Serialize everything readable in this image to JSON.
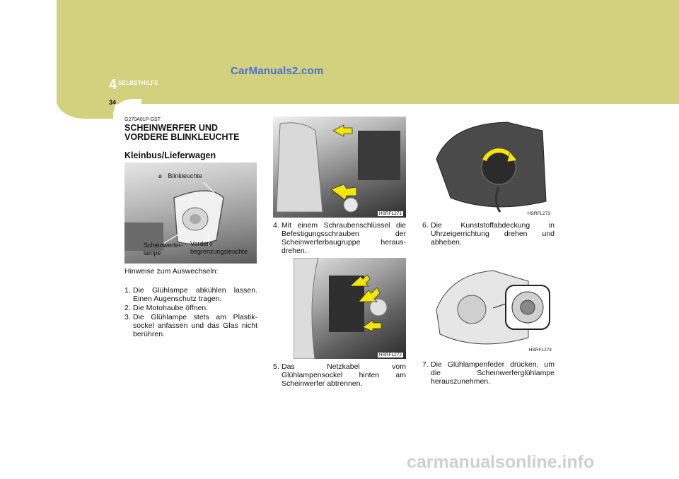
{
  "header": {
    "chapter_number": "4",
    "chapter_title": "SELBSTHILFE",
    "page_number": "34",
    "watermark_top": "CarManuals2.com",
    "watermark_bottom": "carmanualsonline.info"
  },
  "section": {
    "code": "G270A01P-GST",
    "title_line1": "SCHEINWERFER UND",
    "title_line2": "VORDERE BLINKLEUCHTE",
    "subtitle": "Kleinbus/Lieferwagen"
  },
  "figure_main": {
    "callout_blinker": "Blinkleuchte",
    "callout_headlamp_1": "Scheinwerfer-",
    "callout_headlamp_2": "lampe",
    "callout_position_1": "Vordere",
    "callout_position_2": "begrenzungsleuchte"
  },
  "instructions": {
    "intro": "Hinweise zum Auswechseln:",
    "steps": [
      {
        "num": "1.",
        "text": "Die Glühlampe abkühlen lassen. Einen Augenschutz tragen."
      },
      {
        "num": "2.",
        "text": "Die Motohaube öffnen."
      },
      {
        "num": "3.",
        "text": "Die Glühlampe stets am Plastik-sockel anfassen und das Glas nicht berühren."
      },
      {
        "num": "4.",
        "text": "Mit einem Schraubenschlüssel die Befestigungsschrauben der Scheinwerferbaugruppe heraus-drehen."
      },
      {
        "num": "5.",
        "text": "Das Netzkabel vom Glühlampensockel hinten am Scheinwerfer abtrennen."
      },
      {
        "num": "6.",
        "text": "Die Kunststoffabdeckung in Uhrzeigerrichtung drehen und abheben."
      },
      {
        "num": "7.",
        "text": "Die Glühlampenfeder drücken, um die Scheinwerferglühlampe herauszunehmen."
      }
    ]
  },
  "photos": {
    "p271": "HSRFL271",
    "p272": "HSRFL272",
    "p273": "HSRFL273",
    "p274": "HSRFL274"
  },
  "colors": {
    "header_band": "#d2d27e",
    "arrow_yellow": "#f3e600"
  }
}
